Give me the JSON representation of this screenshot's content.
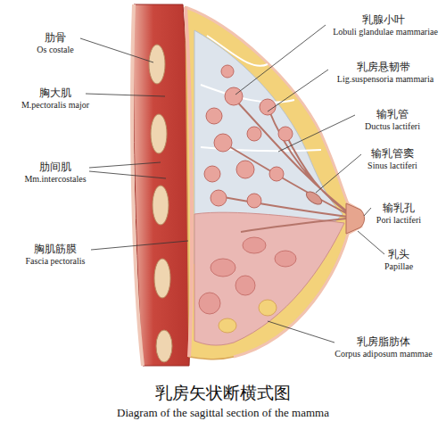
{
  "diagram": {
    "caption": "乳房矢状断横式图",
    "labels": [
      "肋骨",
      "Os costale",
      "胸大肌",
      "M.pectoralis major",
      "肋间肌",
      "Mm.intercostales",
      "胸肌筋膜",
      "Fascia pectoralis",
      "乳腺小叶",
      "Lobuli glandulae mammariae",
      "乳房悬韧带",
      "Lig.suspensoria mammaria",
      "输乳管",
      "Ductus lactiferi",
      "输乳管窦",
      "Sinus lactiferi",
      "输乳孔",
      "Pori lactiferi",
      "乳头",
      "Papillae",
      "乳房脂肪体",
      "Corpus adiposum mammae",
      "Diagram of the sagittal section of the mamma"
    ]
  }
}
